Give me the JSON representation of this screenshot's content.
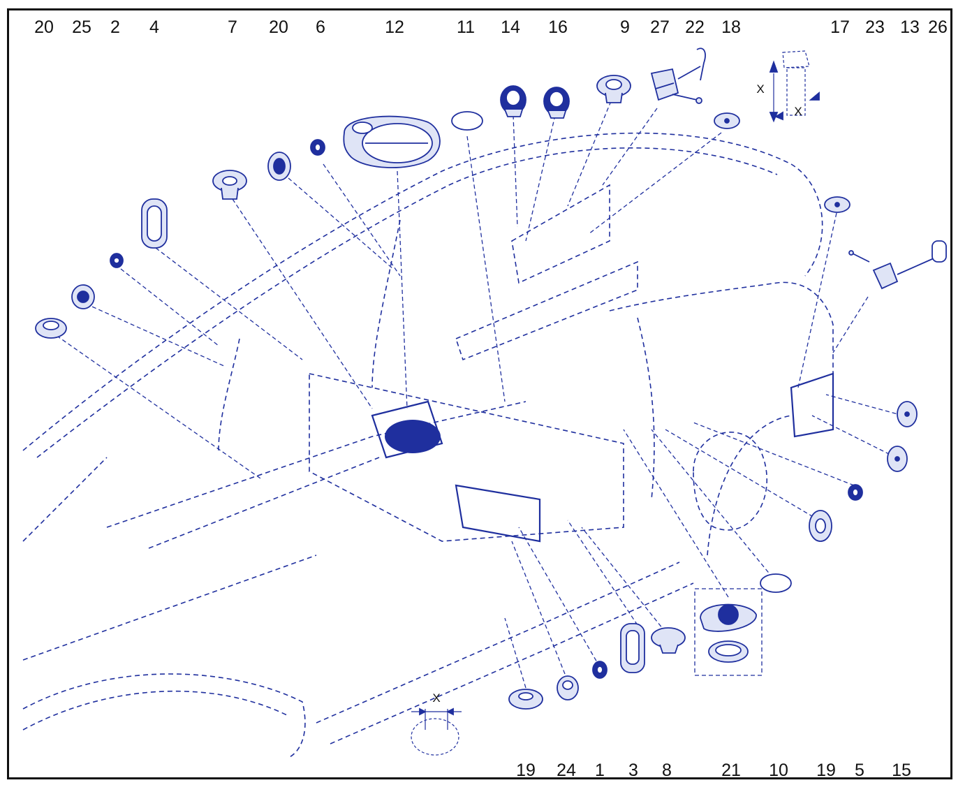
{
  "diagram": {
    "colors": {
      "line": "#1f2f9e",
      "fill_dark": "#1f2f9e",
      "fill_light": "#dfe4f6",
      "text": "#111111",
      "frame": "#111111"
    },
    "top_callouts": [
      "20",
      "25",
      "2",
      "4",
      "7",
      "20",
      "6",
      "12",
      "11",
      "14",
      "16",
      "9",
      "27",
      "22",
      "18",
      "17",
      "23",
      "13",
      "26"
    ],
    "bottom_callouts": [
      "19",
      "24",
      "1",
      "3",
      "8",
      "21",
      "10",
      "19",
      "5",
      "15"
    ],
    "dimension_symbol": "X"
  }
}
